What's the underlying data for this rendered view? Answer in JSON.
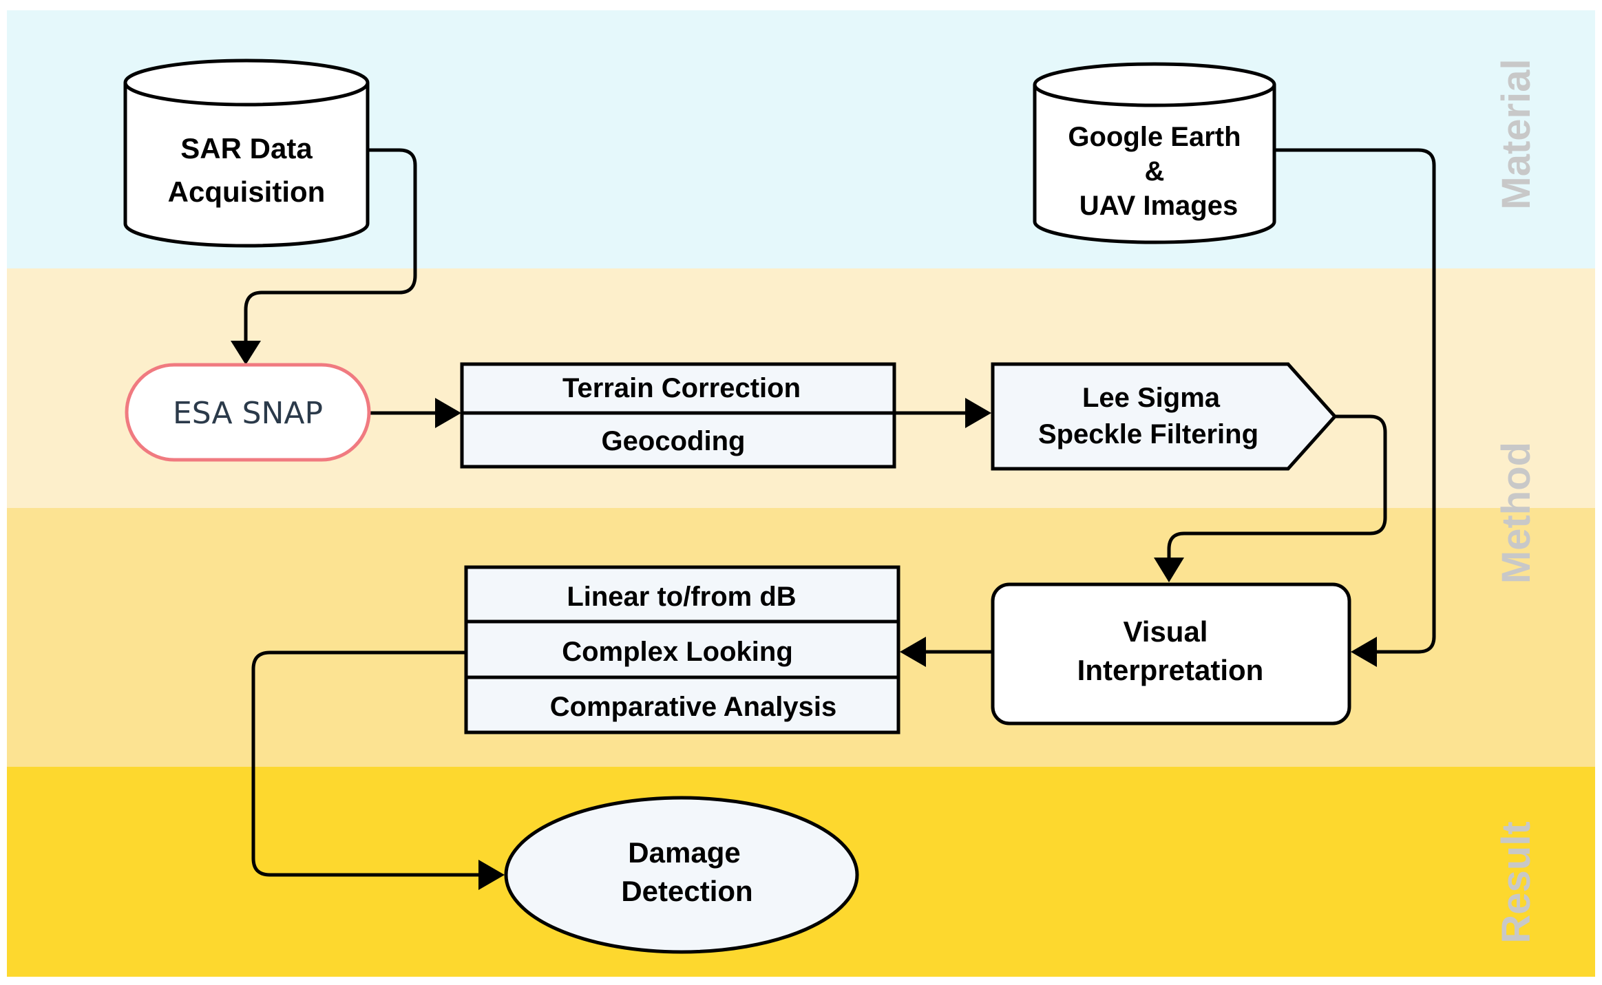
{
  "bands": [
    {
      "label": "Material",
      "color": "#e5f8fb"
    },
    {
      "label": "Method",
      "color": "#fdefcb"
    },
    {
      "label": "Method",
      "color": "#fce392"
    },
    {
      "label": "Result",
      "color": "#fdd82e"
    }
  ],
  "band_labels": {
    "material": "Material",
    "method": "Method",
    "result": "Result"
  },
  "nodes": {
    "sar": {
      "line1": "SAR Data",
      "line2": "Acquisition"
    },
    "google": {
      "line1": "Google Earth",
      "line2": "&",
      "line3": "UAV Images"
    },
    "snap": {
      "label": "ESA SNAP"
    },
    "terrain": {
      "row1": "Terrain Correction",
      "row2": "Geocoding"
    },
    "lee": {
      "line1": "Lee Sigma",
      "line2": "Speckle Filtering"
    },
    "visual": {
      "line1": "Visual",
      "line2": "Interpretation"
    },
    "linear": {
      "row1": "Linear to/from dB",
      "row2": "Complex Looking",
      "row3": "Comparative Analysis"
    },
    "damage": {
      "line1": "Damage",
      "line2": "Detection"
    }
  },
  "colors": {
    "box_fill": "#f3f7fb",
    "snap_border": "#f07a80",
    "text_dark": "#000000",
    "band_label": "#c8c8c8"
  }
}
